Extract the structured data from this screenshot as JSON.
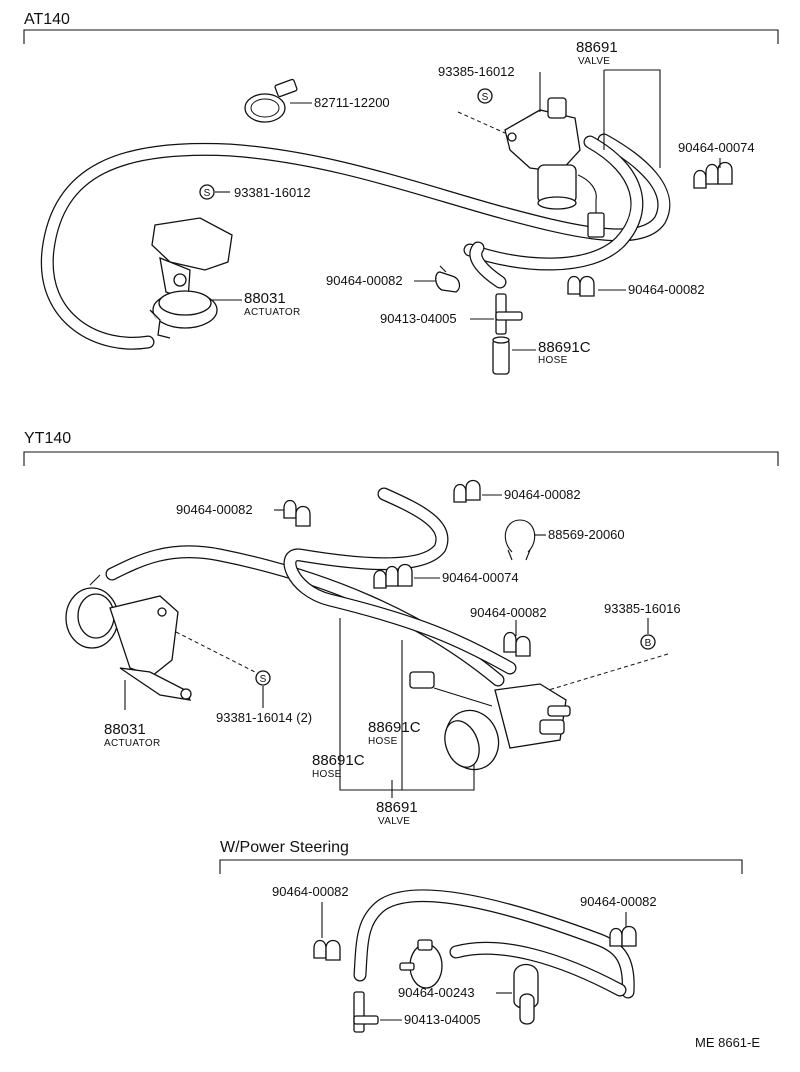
{
  "sections": {
    "at140": "AT140",
    "yt140": "YT140",
    "power_steering": "W/Power Steering"
  },
  "at140": {
    "valve_num": "88691",
    "valve_name": "VALVE",
    "screw_a": "93385-16012",
    "clip_a": "82711-12200",
    "clip_b": "90464-00074",
    "screw_b": "93381-16012",
    "clip_c": "90464-00082",
    "clip_d": "90464-00082",
    "actuator_num": "88031",
    "actuator_name": "ACTUATOR",
    "tee": "90413-04005",
    "hose_num": "88691C",
    "hose_name": "HOSE"
  },
  "yt140": {
    "clip_a": "90464-00082",
    "clip_b": "90464-00082",
    "clip_c": "88569-20060",
    "clip_d": "90464-00074",
    "clip_e": "90464-00082",
    "screw_a": "93385-16016",
    "screw_b": "93381-16014 (2)",
    "actuator_num": "88031",
    "actuator_name": "ACTUATOR",
    "hose1_num": "88691C",
    "hose1_name": "HOSE",
    "hose2_num": "88691C",
    "hose2_name": "HOSE",
    "valve_num": "88691",
    "valve_name": "VALVE"
  },
  "power_steering": {
    "clip_a": "90464-00082",
    "clip_b": "90464-00082",
    "part_c": "90464-00243",
    "tee": "90413-04005"
  },
  "symbols": {
    "s": "S",
    "b": "B"
  },
  "footer": {
    "code": "ME 8661-E"
  }
}
